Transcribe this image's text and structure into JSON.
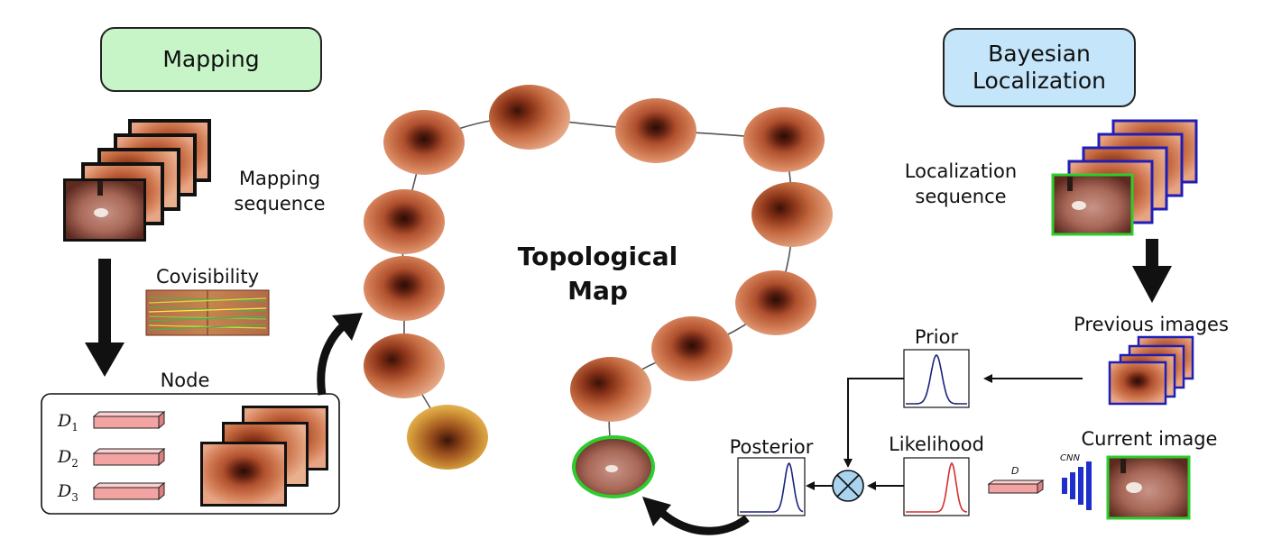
{
  "mapping": {
    "title": "Mapping",
    "sequence_label_line1": "Mapping",
    "sequence_label_line2": "sequence",
    "covisibility_label": "Covisibility",
    "node_label": "Node",
    "descriptors": [
      {
        "letter": "D",
        "index": "1"
      },
      {
        "letter": "D",
        "index": "2"
      },
      {
        "letter": "D",
        "index": "3"
      }
    ]
  },
  "map": {
    "title_line1": "Topological",
    "title_line2": "Map"
  },
  "localization": {
    "title_line1": "Bayesian",
    "title_line2": "Localization",
    "sequence_label_line1": "Localization",
    "sequence_label_line2": "sequence",
    "previous_images_label": "Previous images",
    "current_image_label": "Current image",
    "prior_label": "Prior",
    "likelihood_label": "Likelihood",
    "posterior_label": "Posterior",
    "descriptor_label": "D",
    "cnn_label": "CNN"
  },
  "colors": {
    "mapping_box": "#c8f5c8",
    "localization_box": "#c5e5fa",
    "descriptor_bar": "#f4a3a3",
    "prior_curve": "#1a237e",
    "likelihood_curve": "#d32f2f",
    "posterior_curve": "#1a237e",
    "current_highlight": "#2ecc2e",
    "previous_border": "#1f1fb8",
    "cnn_blue": "#1f2fcc",
    "multiply_node": "#a9d3ef"
  },
  "icons": {
    "multiply": "circled-times-icon",
    "flow_arrows": "arrow-icon"
  }
}
